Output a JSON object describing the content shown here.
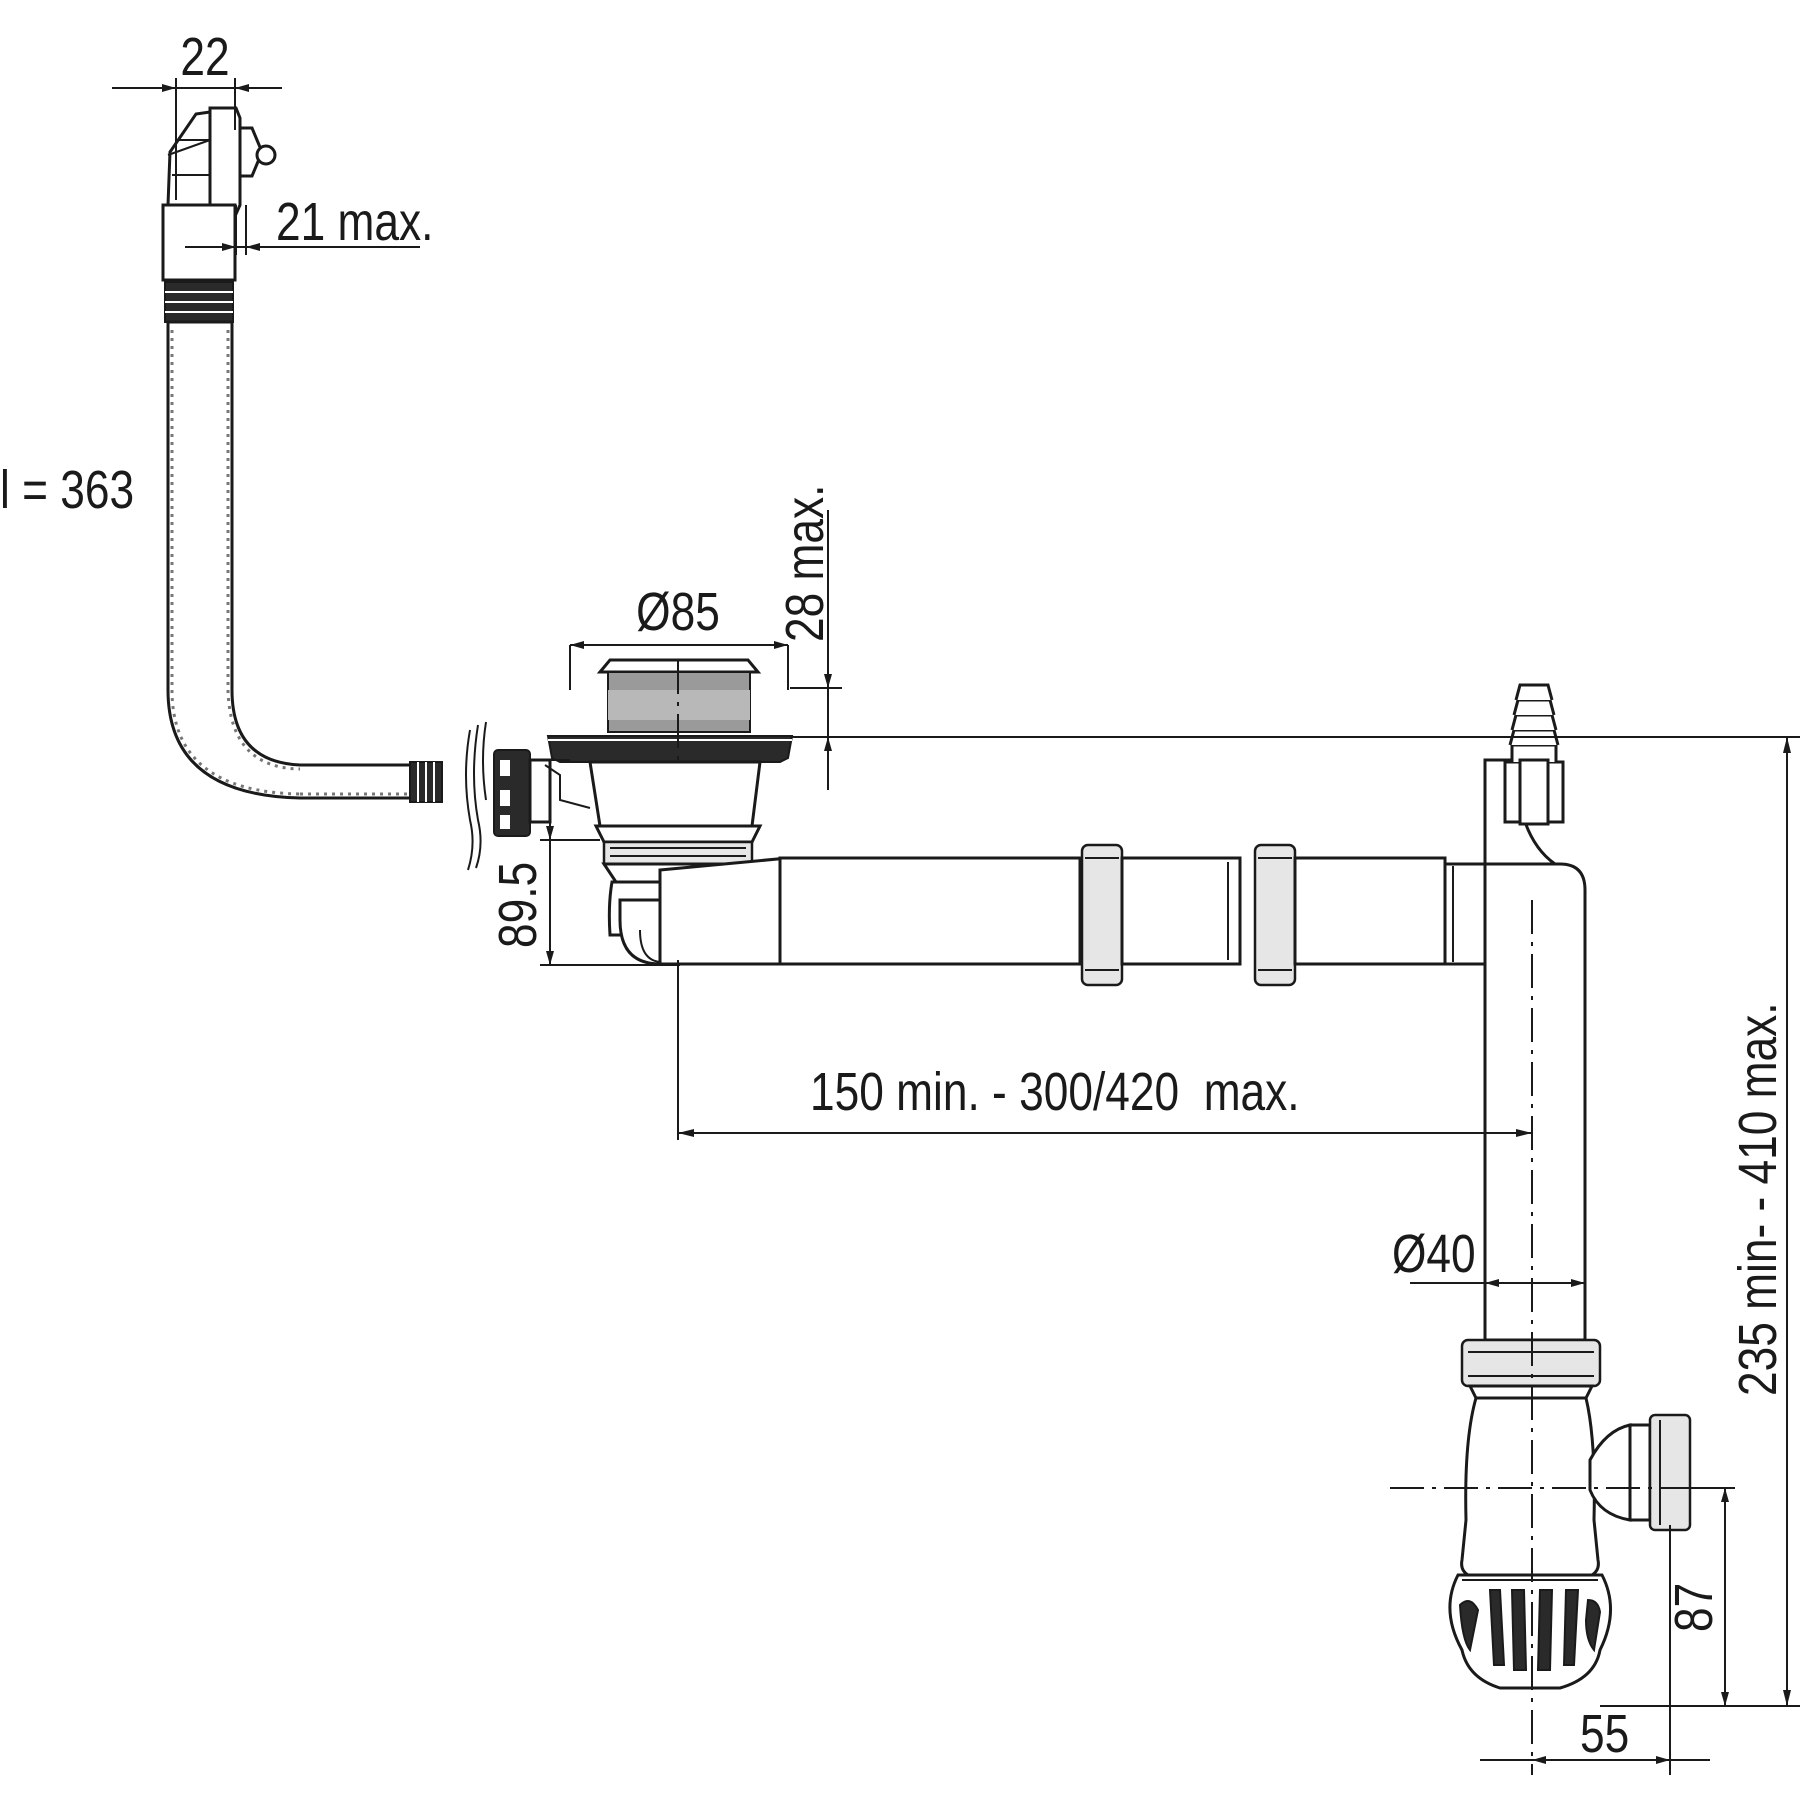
{
  "dimensions": {
    "overflow_width": "22",
    "overflow_max": "21 max.",
    "hose_length": "l = 363",
    "strainer_diameter": "Ø85",
    "strainer_thickness": "28 max.",
    "outlet_height": "89.5",
    "horizontal_run": "150 min. - 300/420  max.",
    "pipe_diameter": "Ø40",
    "total_height": "235 min- - 410 max.",
    "trap_outlet_height": "87",
    "trap_offset": "55"
  }
}
